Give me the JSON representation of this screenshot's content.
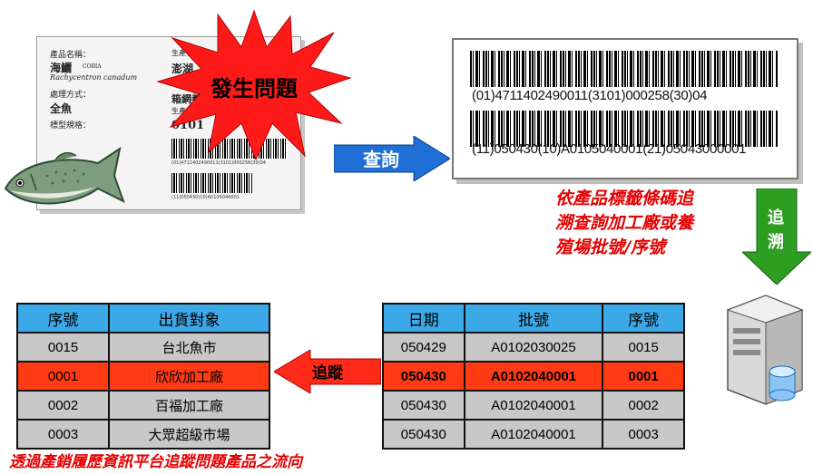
{
  "label": {
    "product_name_label": "產品名稱：",
    "product_name": "海鱺",
    "english_name": "COBIA",
    "scientific_name": "Rachycentron canadum",
    "processing_label": "處理方式：",
    "processing_value": "全魚",
    "spec_label": "標型規格：",
    "producer_label": "生產者",
    "producer_value": "澎湖",
    "farm_value": "箱網養殖",
    "batch_label": "生產批號",
    "batch_value": "0101",
    "barcode1_caption": "(01)4711402490011(3101)000258(30)04",
    "barcode2_caption": "(11)050430(10)A0105040001"
  },
  "burst_label": "發生問題",
  "query_arrow_label": "查詢",
  "barcode_panel": {
    "line1": "(01)4711402490011(3101)000258(30)04",
    "line2": "(11)050430(10)A0105040001(21)05043000001"
  },
  "trace_note": [
    "依產品標籤條碼追",
    "溯查詢加工廠或養",
    "殖場批號/序號"
  ],
  "traceback_arrow_label": [
    "追",
    "溯"
  ],
  "tracking_arrow_label": "追蹤",
  "left_table": {
    "headers": [
      "序號",
      "出貨對象"
    ],
    "rows": [
      [
        "0015",
        "台北魚市"
      ],
      [
        "0001",
        "欣欣加工廠"
      ],
      [
        "0002",
        "百福加工廠"
      ],
      [
        "0003",
        "大眾超級市場"
      ]
    ]
  },
  "right_table": {
    "headers": [
      "日期",
      "批號",
      "序號"
    ],
    "rows": [
      [
        "050429",
        "A0102030025",
        "0015"
      ],
      [
        "050430",
        "A0102040001",
        "0001"
      ],
      [
        "050430",
        "A0102040001",
        "0002"
      ],
      [
        "050430",
        "A0102040001",
        "0003"
      ]
    ]
  },
  "bottom_caption": "透過產銷履歷資訊平台追蹤問題產品之流向",
  "colors": {
    "header_blue": "#3ba8e8",
    "highlight_red": "#ff3b14",
    "row_gray": "#c8c8c8",
    "note_red": "#e60000",
    "arrow_blue": "#1f6fd6",
    "arrow_green": "#2e9e22",
    "burst_red": "#ff1a1a"
  },
  "icons": [
    "fish-icon",
    "server-database-icon",
    "starburst-icon"
  ]
}
